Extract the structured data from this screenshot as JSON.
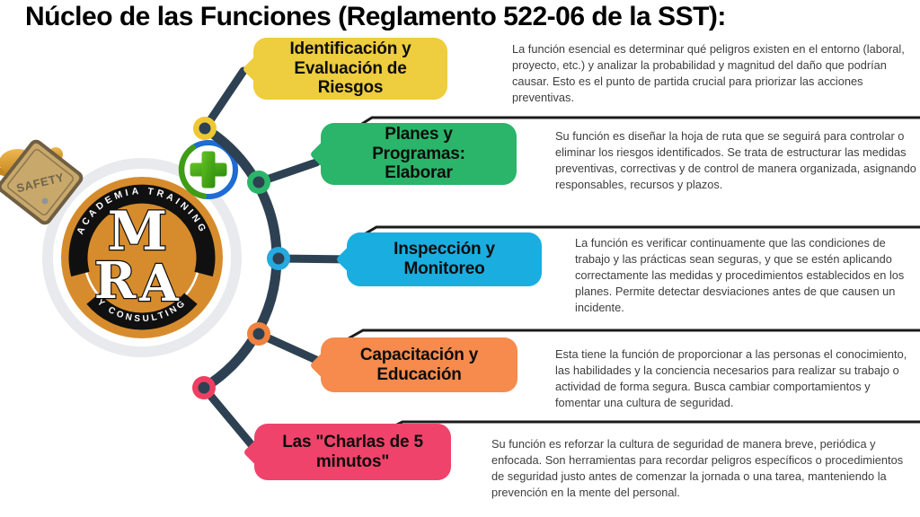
{
  "title": "Núcleo de las Funciones (Reglamento 522-06 de la SST):",
  "logo": {
    "arc_top": "ACADEMIA TRAINING",
    "arc_bottom": "Y CONSULTING",
    "letter_m": "M",
    "letter_r": "R",
    "letter_a": "A",
    "badge_label": "SAFETY"
  },
  "palette": {
    "timeline": "#2d4153",
    "leader_line": "#1b1b1b",
    "logo_orange": "#d68c2d",
    "logo_gray_ring": "#e9eaed",
    "plus_ring_blue": "#1e6bd6",
    "plus_green": "#3f9d15"
  },
  "items": [
    {
      "label": "Identificación y Evaluación de Riesgos",
      "color": "#eecd3e",
      "node_color": "#eec733",
      "description": "La función esencial es determinar qué peligros existen en el entorno (laboral, proyecto, etc.) y analizar la probabilidad y magnitud del daño que podrían causar. Esto es el punto de partida crucial para priorizar las acciones preventivas."
    },
    {
      "label": "Planes y Programas: Elaborar",
      "color": "#2bb56a",
      "node_color": "#2bb56a",
      "description": "Su función es diseñar la hoja de ruta que se seguirá para controlar o eliminar los riesgos identificados. Se trata de estructurar las medidas preventivas, correctivas y de control de manera organizada, asignando responsables, recursos y plazos."
    },
    {
      "label": "Inspección y Monitoreo",
      "color": "#1aade0",
      "node_color": "#25a9de",
      "description": "La función es verificar continuamente que las condiciones de trabajo y las prácticas sean seguras, y que se estén aplicando correctamente las medidas y procedimientos establecidos en los planes. Permite detectar desviaciones antes de que causen un incidente."
    },
    {
      "label": "Capacitación y Educación",
      "color": "#f68b4d",
      "node_color": "#ef823e",
      "description": "Esta tiene la función de proporcionar a las personas el conocimiento, las habilidades y la conciencia necesarios para realizar su trabajo o actividad de forma segura. Busca cambiar comportamientos y fomentar una cultura de seguridad."
    },
    {
      "label": "Las \"Charlas de 5 minutos\"",
      "color": "#f0436b",
      "node_color": "#ee3f63",
      "description": "Su función es reforzar la cultura de seguridad de manera breve, periódica y enfocada. Son herramientas para recordar peligros específicos o procedimientos de seguridad justo antes de comenzar la jornada o una tarea, manteniendo la prevención en la mente del personal."
    }
  ]
}
